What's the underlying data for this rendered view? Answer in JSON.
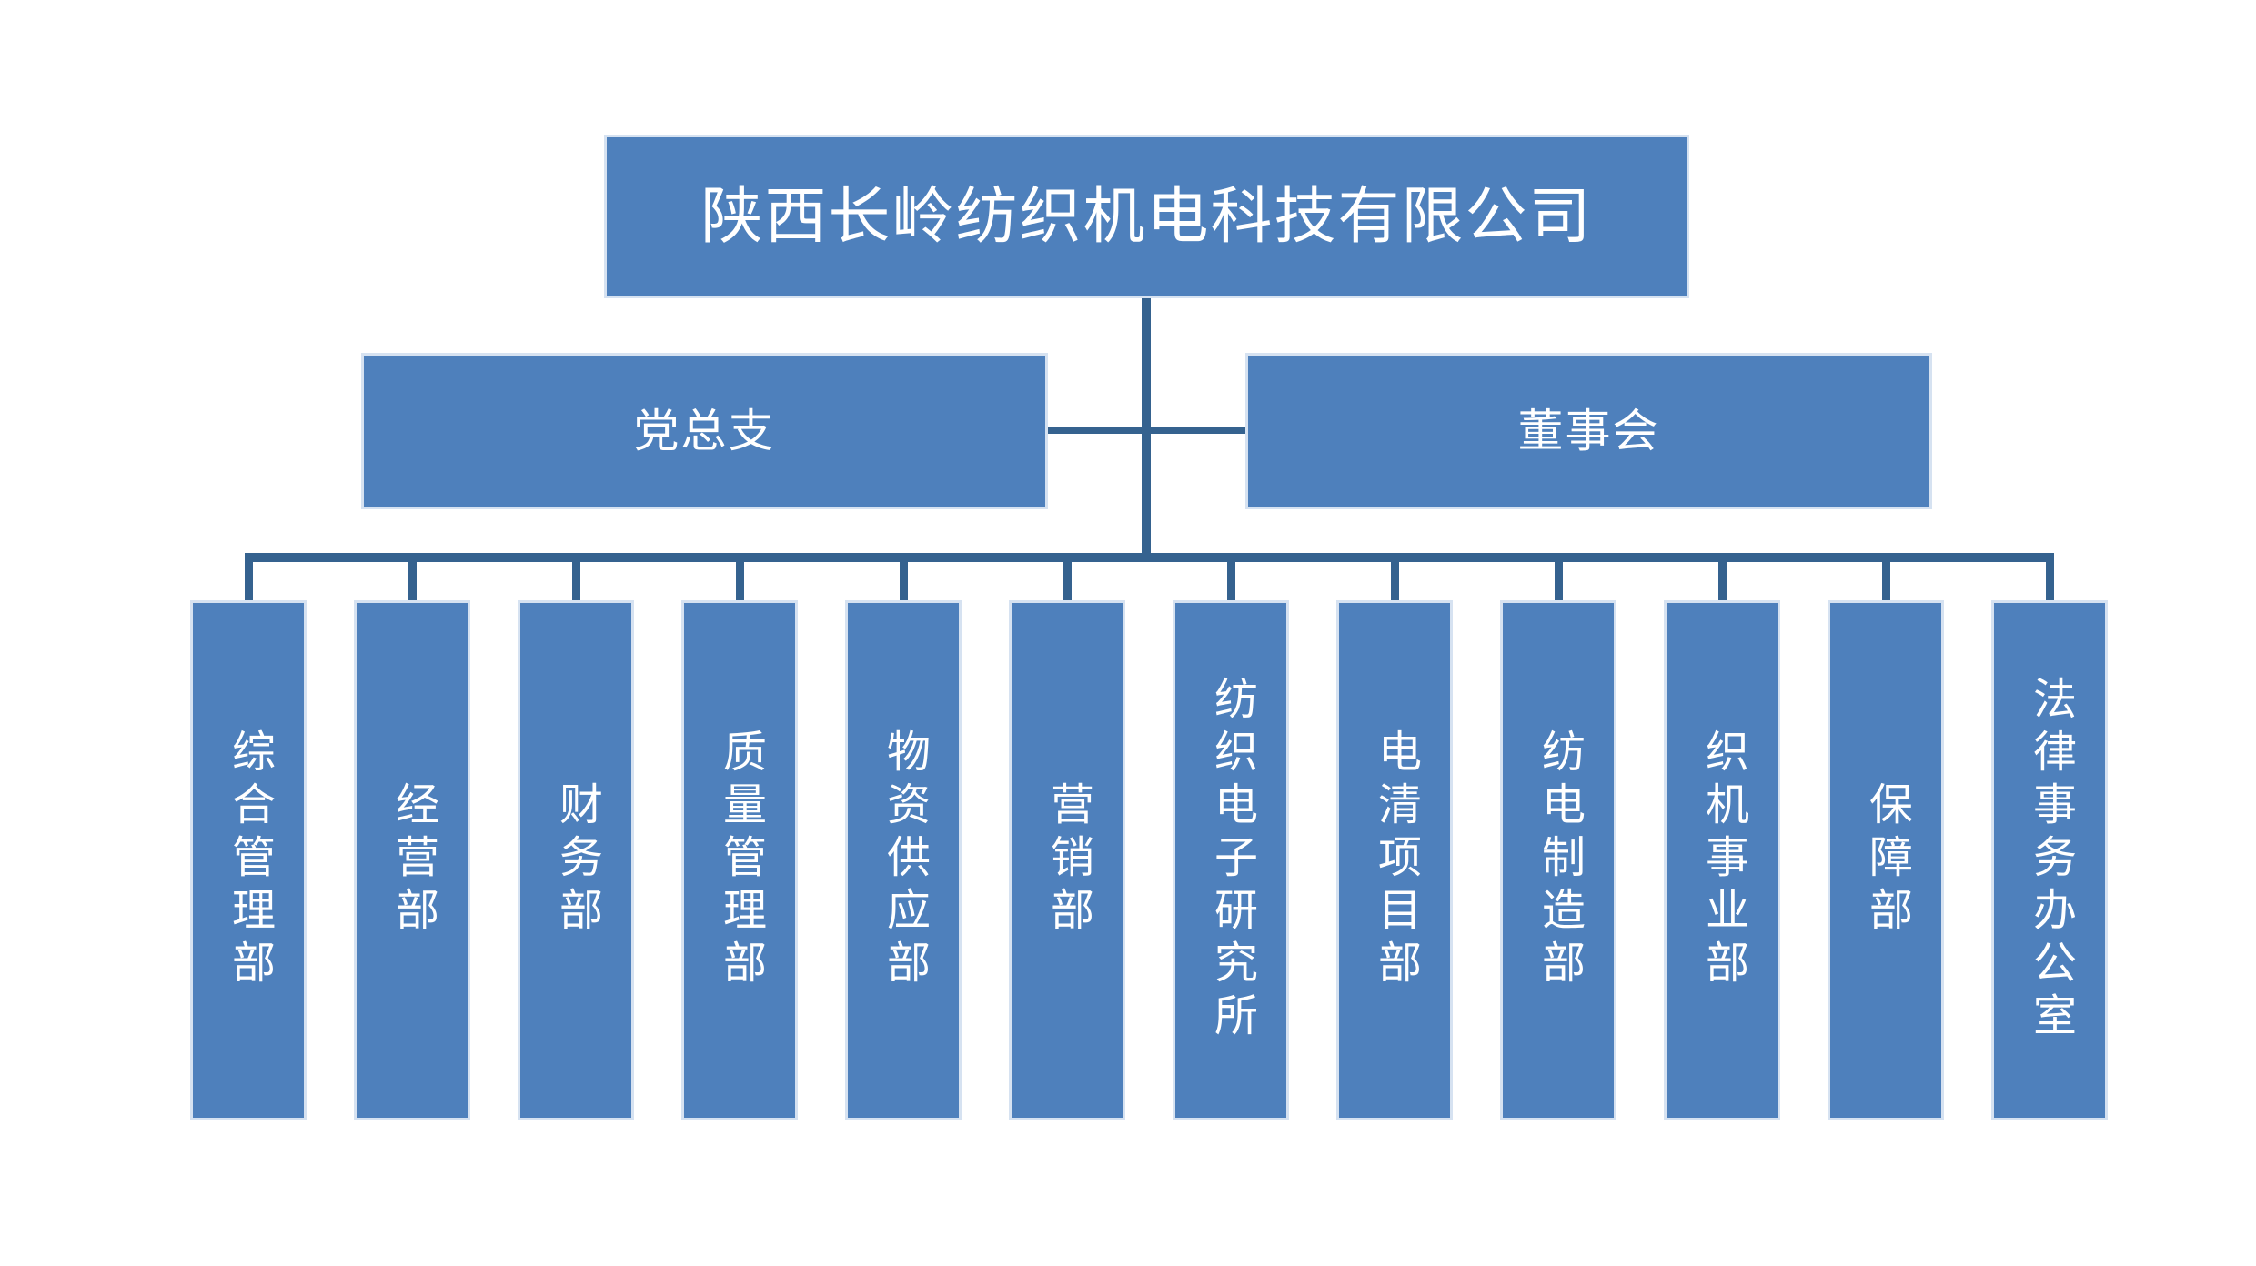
{
  "colors": {
    "box_fill": "#4E80BC",
    "box_border": "#D6E2F1",
    "connector": "#35628F",
    "text": "#FFFFFF",
    "background": "#FFFFFF"
  },
  "chart": {
    "type": "organization-chart",
    "root": {
      "label": "陕西长岭纺织机电科技有限公司"
    },
    "level2": [
      {
        "label": "党总支"
      },
      {
        "label": "董事会"
      }
    ],
    "departments": [
      {
        "label": "综合管理部"
      },
      {
        "label": "经营部"
      },
      {
        "label": "财务部"
      },
      {
        "label": "质量管理部"
      },
      {
        "label": "物资供应部"
      },
      {
        "label": "营销部"
      },
      {
        "label": "纺织电子研究所"
      },
      {
        "label": "电清项目部"
      },
      {
        "label": "纺电制造部"
      },
      {
        "label": "织机事业部"
      },
      {
        "label": "保障部"
      },
      {
        "label": "法律事务办公室"
      }
    ]
  }
}
